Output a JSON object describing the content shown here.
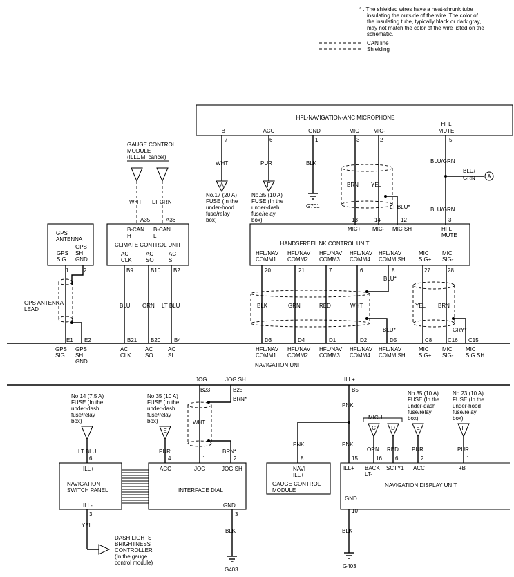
{
  "legend": {
    "star_note": "* : The shielded wires have a heat-shrunk tube insulating the outside of the wire. The color of the insulating tube, typically black or dark gray, may not match the color of the wire listed on the schematic.",
    "can_line": "CAN line",
    "shielding": "Shielding"
  },
  "mic": {
    "title": "HFL-NAVIGATION-ANC MICROPHONE",
    "pins": [
      {
        "label": "+B",
        "num": "7",
        "wire": "WHT"
      },
      {
        "label": "ACC",
        "num": "6",
        "wire": "PUR"
      },
      {
        "label": "GND",
        "num": "1",
        "wire": "BLK"
      },
      {
        "label": "MIC+",
        "num": "3",
        "wire": "BRN"
      },
      {
        "label": "MIC-",
        "num": "2",
        "wire": "YEL"
      },
      {
        "label": "HFL MUTE",
        "num": "5",
        "wire": "BLU/GRN"
      }
    ],
    "fuse_a_letter": "A",
    "fuse_a_text": "No.17 (20 A) FUSE (In the under-hood fuse/relay box)",
    "fuse_f_letter": "F",
    "fuse_f_text": "No.35 (10 A) FUSE (In the under-dash fuse/relay box)",
    "ground": "G701",
    "mute_branch_wire": "BLU/ GRN",
    "mute_branch_ref": "A",
    "sh_wire": "LT BLU*"
  },
  "gauge_top": {
    "title": "GAUGE CONTROL MODULE (ILLUMI cancel)",
    "wire1": "WHT",
    "wire2": "LT GRN",
    "pin1": "A35",
    "pin2": "A36"
  },
  "gps": {
    "title": "GPS ANTENNA",
    "pin1_label": "GPS SIG",
    "pin2_label": "GPS SH GND",
    "pin1_num": "1",
    "pin2_num": "2",
    "lead_label": "GPS ANTENNA LEAD",
    "nav_pin1": "E1",
    "nav_pin2": "E2"
  },
  "climate": {
    "title": "CLIMATE CONTROL UNIT",
    "can_h": "B-CAN H",
    "can_l": "B-CAN L",
    "pins": [
      {
        "label": "AC CLK",
        "num": "B9",
        "wire": "BLU",
        "nav_pin": "B21"
      },
      {
        "label": "AC SO",
        "num": "B10",
        "wire": "ORN",
        "nav_pin": "B20"
      },
      {
        "label": "AC SI",
        "num": "B2",
        "wire": "LT BLU",
        "nav_pin": "B4"
      }
    ]
  },
  "hfl": {
    "title": "HANDSFREELINK CONTROL UNIT",
    "top_pins": [
      {
        "label": "MIC+",
        "num": "13"
      },
      {
        "label": "MIC-",
        "num": "14"
      },
      {
        "label": "MIC SH",
        "num": "12"
      },
      {
        "label": "HFL MUTE",
        "num": "3"
      }
    ],
    "bottom_pins": [
      {
        "label": "HFL/NAV COMM1",
        "num": "20",
        "wire": "BLK",
        "nav_pin": "D3"
      },
      {
        "label": "HFL/NAV COMM2",
        "num": "21",
        "wire": "GRN",
        "nav_pin": "D4"
      },
      {
        "label": "HFL/NAV COMM3",
        "num": "7",
        "wire": "RED",
        "nav_pin": "D1"
      },
      {
        "label": "HFL/NAV COMM4",
        "num": "6",
        "wire": "WHT",
        "nav_pin": "D2"
      },
      {
        "label": "HFL/NAV COMM SH",
        "num": "8",
        "wire": "BLU*",
        "nav_pin": "D5"
      },
      {
        "label": "MIC SIG+",
        "num": "27",
        "wire": "YEL",
        "nav_pin": "C8"
      },
      {
        "label": "MIC SIG-",
        "num": "28",
        "wire": "BRN",
        "nav_pin": "C16"
      }
    ],
    "sh_wire_lower": "BLU*",
    "gry_wire": "GRY*",
    "gry_nav_pin": "C15"
  },
  "nav": {
    "title": "NAVIGATION UNIT",
    "labels": {
      "gps_sig": "GPS SIG",
      "gps_sh": "GPS SH GND",
      "ac_clk": "AC CLK",
      "ac_so": "AC SO",
      "ac_si": "AC SI",
      "comm1": "HFL/NAV COMM1",
      "comm2": "HFL/NAV COMM2",
      "comm3": "HFL/NAV COMM3",
      "comm4": "HFL/NAV COMM4",
      "comm_sh": "HFL/NAV COMM SH",
      "sig_p": "MIC SIG+",
      "sig_m": "MIC SIG-",
      "sig_sh": "MIC SIG SH"
    },
    "jog_label": "JOG",
    "jog_num": "B23",
    "jogsh_label": "JOG SH",
    "jogsh_num": "B25",
    "ill_label": "ILL+",
    "ill_num": "B5",
    "ill_wire": "PNK"
  },
  "lower": {
    "fuse14_text": "No 14 (7.5 A) FUSE (In the under-dash fuse/relay box)",
    "fuse35a_text": "No 35 (10 A) FUSE (In the under-dash fuse/relay box)",
    "fuse35b_text": "No 35 (10 A) FUSE (In the under-dash fuse/relay box)",
    "fuse23_text": "No 23 (10 A) FUSE (In the under-hood fuse/relay box)",
    "fuse_e_letter": "E",
    "fuse_f_letter": "F",
    "fuse_c_letter": "C",
    "fuse_d_letter": "D",
    "micu_label": "MICU",
    "switch_panel": {
      "title": "NAVIGATION SWITCH PANEL",
      "ill_plus": "ILL+",
      "ill_minus": "ILL-",
      "pin_top": "6",
      "pin_bot": "3",
      "wire_top": "LT BLU",
      "wire_bot": "YEL"
    },
    "interface_dial": {
      "title": "INTERFACE DIAL",
      "acc": "ACC",
      "jog": "JOG",
      "jogsh": "JOG SH",
      "gnd": "GND",
      "pin_acc": "4",
      "pin_jog": "1",
      "pin_jogsh": "2",
      "pin_gnd": "3",
      "wire_acc": "PUR",
      "wire_jog": "WHT",
      "wire_brn_top": "BRN*",
      "wire_brn_bot": "BRN*",
      "wire_gnd": "BLK",
      "ground": "G403"
    },
    "gauge_module": {
      "title": "GAUGE CONTROL MODULE",
      "label": "NAVI ILL+",
      "pin": "8",
      "wire": "PNK"
    },
    "display": {
      "title": "NAVIGATION DISPLAY UNIT",
      "pins": [
        {
          "label": "ILL+",
          "num": "15",
          "wire": "PNK"
        },
        {
          "label": "BACK LT-",
          "num": "16",
          "wire": "ORN"
        },
        {
          "label": "SCTY1",
          "num": "6",
          "wire": "RED"
        },
        {
          "label": "ACC",
          "num": "2",
          "wire": "PUR"
        },
        {
          "label": "+B",
          "num": "1",
          "wire": "PUR"
        }
      ],
      "gnd": "GND",
      "gnd_pin": "10",
      "gnd_wire": "BLK",
      "ground": "G403"
    },
    "dash_lights": "DASH LIGHTS BRIGHTNESS CONTROLLER (In the gauge control module)"
  }
}
